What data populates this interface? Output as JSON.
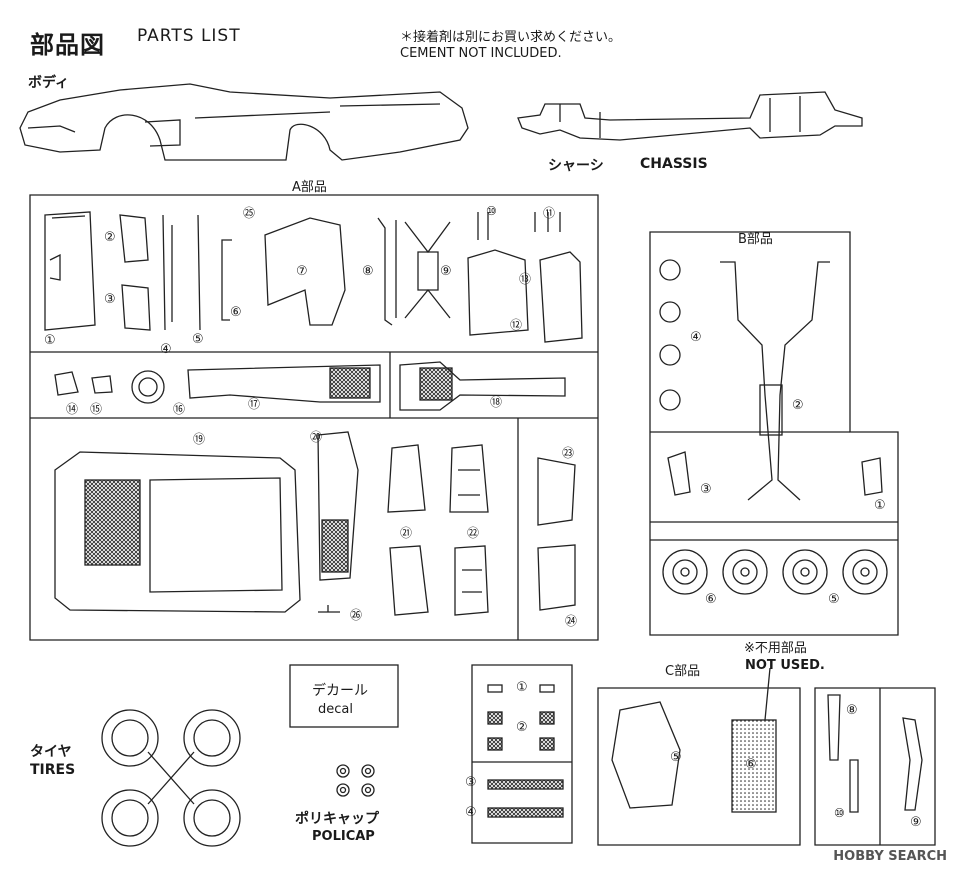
{
  "header": {
    "title_jp": "部品図",
    "title_en": "PARTS LIST",
    "note_jp": "＊接着剤は別にお買い求めください。",
    "note_en": "CEMENT NOT INCLUDED."
  },
  "parts": {
    "body": "ボディ",
    "chassis_jp": "シャーシ",
    "chassis_en": "CHASSIS",
    "tree_a": "A部品",
    "tree_b": "B部品",
    "tree_c": "C部品",
    "not_used_jp": "※不用部品",
    "not_used_en": "NOT USED.",
    "decal_jp": "デカール",
    "decal_en": "decal",
    "tires_jp": "タイヤ",
    "tires_en": "TIRES",
    "policap_jp": "ポリキャップ",
    "policap_en": "POLICAP"
  },
  "part_numbers": {
    "a": [
      "①",
      "②",
      "③",
      "④",
      "⑤",
      "⑥",
      "⑦",
      "⑧",
      "⑨",
      "⑩",
      "⑪",
      "⑫",
      "⑬",
      "⑭",
      "⑮",
      "⑯",
      "⑰",
      "⑱",
      "⑲",
      "⑳",
      "㉑",
      "㉒",
      "㉓",
      "㉔",
      "㉕",
      "㉖"
    ],
    "b": [
      "①",
      "②",
      "③",
      "④",
      "⑤",
      "⑥"
    ],
    "c": [
      "①",
      "②",
      "③",
      "④",
      "⑤",
      "⑥",
      "⑧",
      "⑨",
      "⑩"
    ]
  },
  "watermark": "HOBBY SEARCH"
}
